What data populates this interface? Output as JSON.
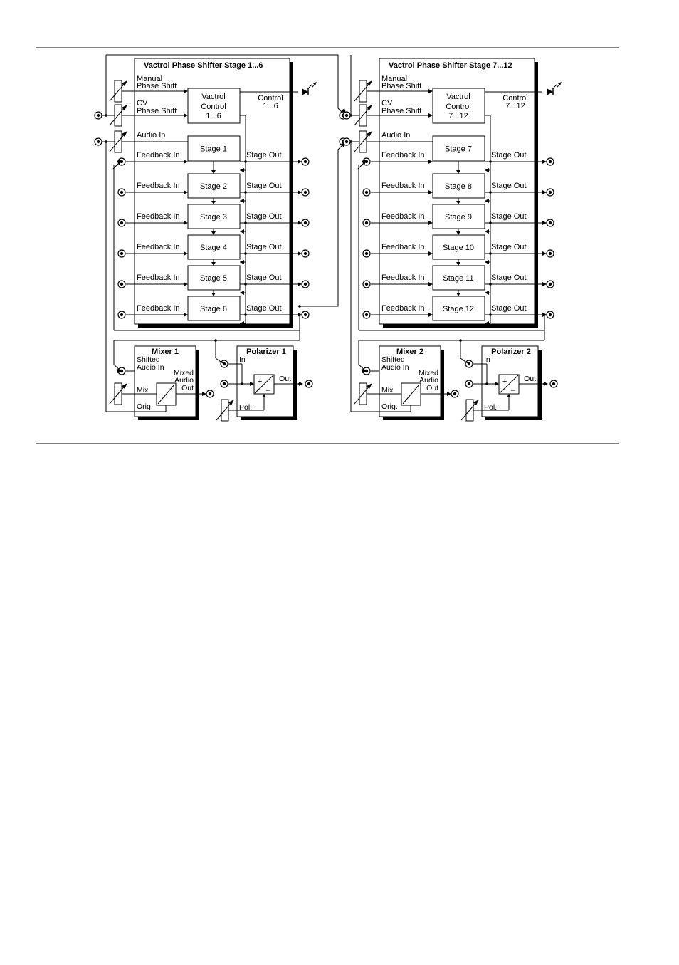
{
  "colors": {
    "ink": "#000000",
    "paper": "#ffffff"
  },
  "icons": [
    "jack-icon",
    "potentiometer-icon",
    "led-icon",
    "vca-icon",
    "polarizer-icon"
  ],
  "blocks": [
    {
      "title": "Vactrol Phase Shifter Stage 1...6",
      "manual_label": [
        "Manual",
        "Phase Shift"
      ],
      "cv_label": [
        "CV",
        "Phase Shift"
      ],
      "audio_in_label": "Audio In",
      "vactrol_label": [
        "Vactrol",
        "Control",
        "1...6"
      ],
      "control_out_label": [
        "Control",
        "1...6"
      ],
      "feedback_label": "Feedback In",
      "stage_out_label": "Stage Out",
      "stages": [
        "Stage 1",
        "Stage 2",
        "Stage 3",
        "Stage 4",
        "Stage 5",
        "Stage 6"
      ],
      "mixer": {
        "title": "Mixer 1",
        "shifted": [
          "Shifted",
          "Audio In"
        ],
        "mixed": [
          "Mixed",
          "Audio",
          "Out"
        ],
        "mix": "Mix",
        "orig": "Orig."
      },
      "polarizer": {
        "title": "Polarizer 1",
        "in": "In",
        "out": "Out",
        "pol": "Pol."
      }
    },
    {
      "title": "Vactrol Phase Shifter Stage 7...12",
      "manual_label": [
        "Manual",
        "Phase Shift"
      ],
      "cv_label": [
        "CV",
        "Phase Shift"
      ],
      "audio_in_label": "Audio In",
      "vactrol_label": [
        "Vactrol",
        "Control",
        "7...12"
      ],
      "control_out_label": [
        "Control",
        "7...12"
      ],
      "feedback_label": "Feedback In",
      "stage_out_label": "Stage Out",
      "stages": [
        "Stage 7",
        "Stage 8",
        "Stage 9",
        "Stage 10",
        "Stage 11",
        "Stage 12"
      ],
      "mixer": {
        "title": "Mixer 2",
        "shifted": [
          "Shifted",
          "Audio In"
        ],
        "mixed": [
          "Mixed",
          "Audio",
          "Out"
        ],
        "mix": "Mix",
        "orig": "Orig."
      },
      "polarizer": {
        "title": "Polarizer 2",
        "in": "In",
        "out": "Out",
        "pol": "Pol."
      }
    }
  ]
}
